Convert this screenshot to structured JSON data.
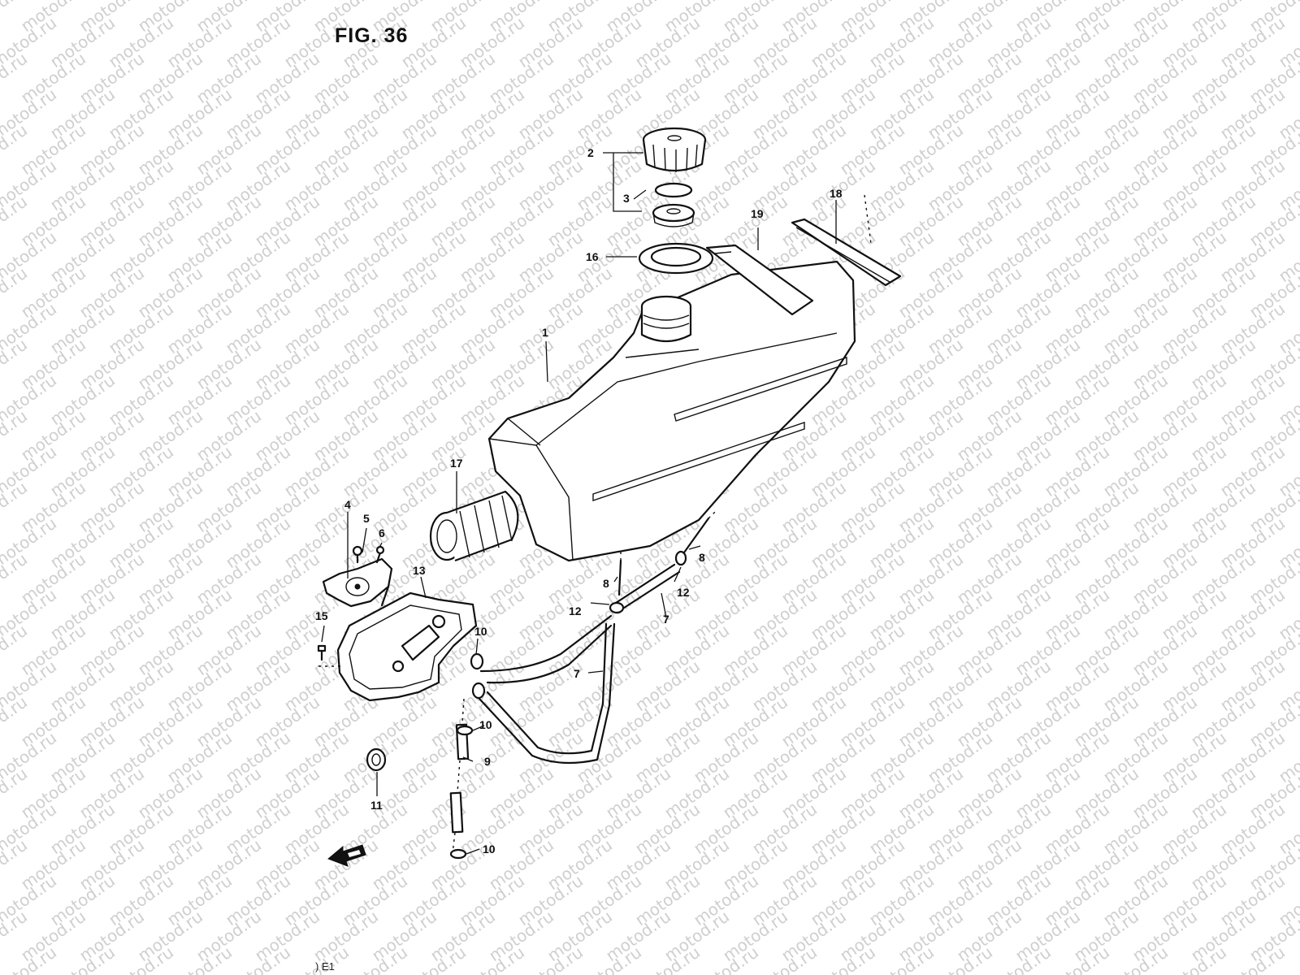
{
  "figure": {
    "title": "FIG. 36",
    "footer": ") E1"
  },
  "watermark": {
    "text": "motod.ru"
  },
  "callouts": {
    "c1": "1",
    "c2": "2",
    "c3": "3",
    "c4": "4",
    "c5": "5",
    "c6": "6",
    "c7a": "7",
    "c7b": "7",
    "c8a": "8",
    "c8b": "8",
    "c9": "9",
    "c10a": "10",
    "c10b": "10",
    "c10c": "10",
    "c11": "11",
    "c12a": "12",
    "c12b": "12",
    "c13": "13",
    "c15": "15",
    "c16": "16",
    "c17": "17",
    "c18": "18",
    "c19": "19"
  },
  "icons": {
    "front_direction": "front-arrow-icon"
  }
}
